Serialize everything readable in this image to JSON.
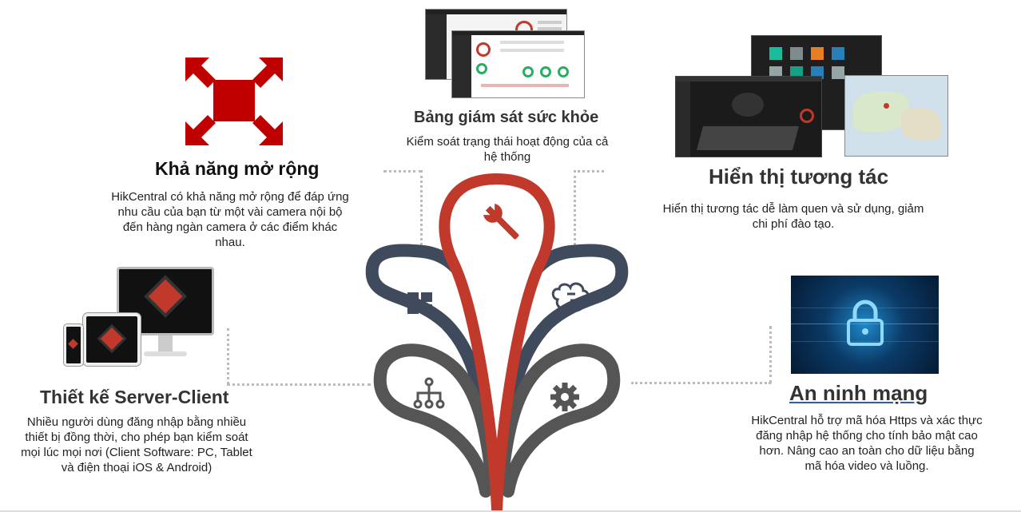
{
  "features": {
    "scalability": {
      "title": "Khả năng mở rộng",
      "description": "HikCentral có khả năng mở rộng để đáp ứng nhu cầu của bạn từ một vài camera nội bộ đến hàng ngàn camera ở các điểm khác nhau."
    },
    "health_monitor": {
      "title": "Bảng giám sát sức khỏe",
      "description": "Kiểm soát trạng thái hoạt động của cả hệ thống"
    },
    "interactive_display": {
      "title": "Hiển thị tương tác",
      "description": "Hiển thị tương tác dễ làm quen và sử dụng, giảm chi phí đào tạo."
    },
    "server_client": {
      "title": "Thiết kế Server-Client",
      "description": "Nhiều người dùng đăng nhập bằng nhiều thiết bị đồng thời, cho phép bạn kiểm soát mọi lúc mọi nơi (Client Software: PC, Tablet và điện thoại iOS & Android)"
    },
    "cybersecurity": {
      "title": "An ninh mạng",
      "description": "HikCentral hỗ trợ mã hóa Https và xác thực đăng nhập hệ thống cho tính bảo mật cao hơn. Nâng cao an toàn cho dữ liệu bằng mã hóa video và luồng."
    }
  },
  "colors": {
    "accent_red": "#c0392b",
    "dark_blue": "#3f4a5c",
    "dark_gray": "#555555",
    "icon_red": "#cc0000"
  },
  "icons": [
    "expand-arrows-icon",
    "wrench-icon",
    "grid-icon",
    "brain-icon",
    "network-icon",
    "gear-icon",
    "lock-icon"
  ]
}
